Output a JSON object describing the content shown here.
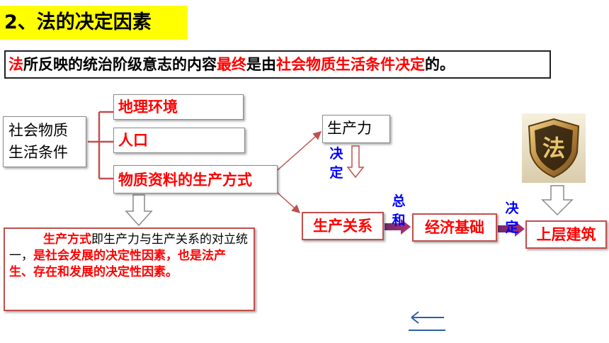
{
  "title": "2、法的决定因素",
  "summary": {
    "p1": "法",
    "p2": "所反映的统治阶级意志的内容",
    "p3": "最终",
    "p4": "是由",
    "p5": "社会物质生活条件决定",
    "p6": "的。"
  },
  "social_conditions": {
    "line1": "社会物质",
    "line2": "生活条件"
  },
  "items": {
    "geography": "地理环境",
    "population": "人口",
    "production_mode": "物质资料的生产方式"
  },
  "nodes": {
    "productive_forces": "生产力",
    "production_relations": "生产关系",
    "economic_base": "经济基础",
    "superstructure": "上层建筑"
  },
  "edge_labels": {
    "decide1": "决定",
    "sum_total": "总和",
    "decide2": "决定"
  },
  "explanation": {
    "s1": "生产方式",
    "s2": "即生产力与生产关系的对立统一，",
    "s3": "是社会发展的决定性因素，也是法产生、存在和发展的决定性因素。"
  },
  "icons": {
    "law_badge": "law-shield-icon",
    "law_badge_char": "法",
    "nav": "arrow-left-icon"
  },
  "colors": {
    "highlight": "#ffff00",
    "emphasis": "#ff0000",
    "label": "#0000ff",
    "border": "#c0504d"
  }
}
